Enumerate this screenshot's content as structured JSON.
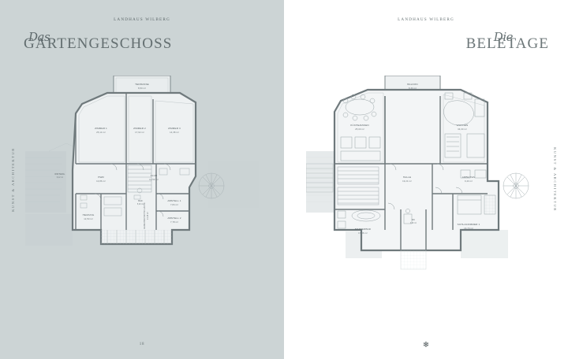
{
  "brand": {
    "running_head": "LANDHAUS WILBERG",
    "side_text": "KUNST & ARCHITEKTUR",
    "ornament": "❄"
  },
  "colors": {
    "page_left_bg": "#ccd4d5",
    "page_right_bg": "#ffffff",
    "ink": "#5a6467",
    "wall": "#6f797c",
    "room_fill": "#eef1f2"
  },
  "left_page": {
    "title_script": "Das",
    "title_roman": "GARTENGESCHOSS",
    "folio": "18",
    "rooms": [
      {
        "name": "TERRASSE",
        "area": "8,50 m²"
      },
      {
        "name": "ZIMMER 1",
        "area": "25,14 m²"
      },
      {
        "name": "ZIMMER 2",
        "area": "17,62 m²"
      },
      {
        "name": "ZIMMER 3",
        "area": "14,38 m²"
      },
      {
        "name": "FLUR",
        "area": "12,50 m²"
      },
      {
        "name": "HWR",
        "area": "10,86 m²"
      },
      {
        "name": "WINTERG.",
        "area": "9,12 m²"
      },
      {
        "name": "HEIZUNG",
        "area": "11,50 m²"
      },
      {
        "name": "ABSTELL 1",
        "area": "7,84 m²"
      },
      {
        "name": "ABSTELL 2",
        "area": "7,78 m²"
      },
      {
        "name": "GEMEINSCHAFTSFLÄCHE",
        "area": "13,28 m²"
      },
      {
        "name": "BAD",
        "area": "5,40 m²"
      }
    ]
  },
  "right_page": {
    "title_script": "Die",
    "title_roman": "BELETAGE",
    "rooms": [
      {
        "name": "BALKON",
        "area": "8,30 m²"
      },
      {
        "name": "KÜCHE/ESSEN",
        "area": "25,00 m²"
      },
      {
        "name": "WOHNEN",
        "area": "34,00 m²"
      },
      {
        "name": "HALLE",
        "area": "19,24 m²"
      },
      {
        "name": "ARBEITEN",
        "area": "9,40 m²"
      },
      {
        "name": "MASTERBAD",
        "area": "17,36 m²"
      },
      {
        "name": "SCHLAFZIMMER 1",
        "area": "16,70 m²"
      },
      {
        "name": "WC",
        "area": "3,90 m²"
      }
    ]
  }
}
